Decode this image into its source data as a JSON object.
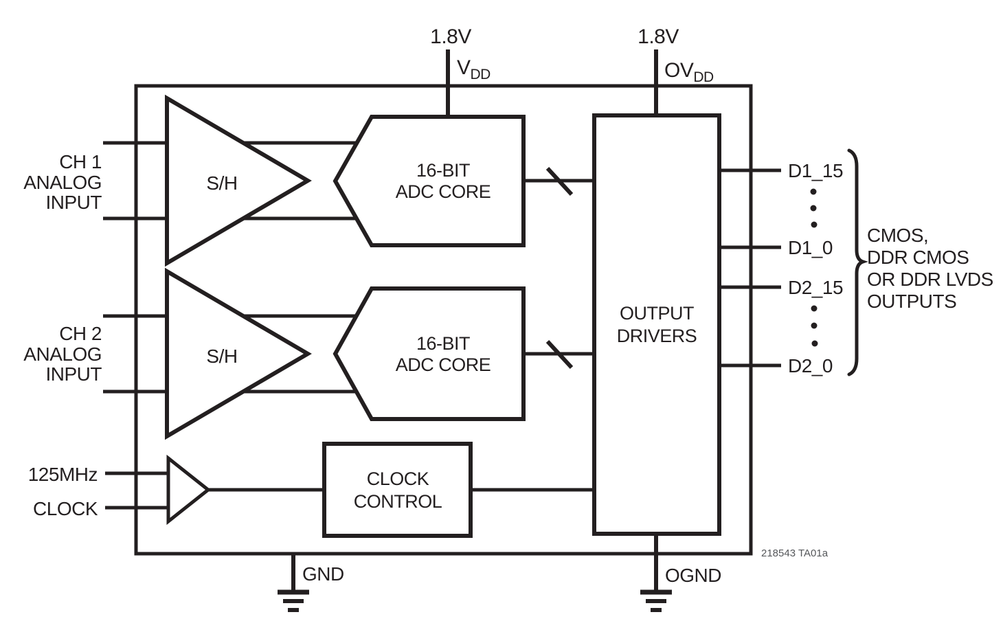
{
  "figure": {
    "figure_id": "218543 TA01a",
    "colors": {
      "ink": "#231f20",
      "background": "#ffffff",
      "figure_id_text": "#55575a"
    }
  },
  "supplies": {
    "vdd": {
      "voltage": "1.8V",
      "name": "V",
      "sub": "DD"
    },
    "ovdd": {
      "voltage": "1.8V",
      "name": "OV",
      "sub": "DD"
    }
  },
  "inputs": {
    "ch1": {
      "lines": [
        "CH 1",
        "ANALOG",
        "INPUT"
      ]
    },
    "ch2": {
      "lines": [
        "CH 2",
        "ANALOG",
        "INPUT"
      ]
    },
    "clock": {
      "freq": "125MHz",
      "name": "CLOCK"
    }
  },
  "blocks": {
    "sh1": {
      "label": "S/H"
    },
    "sh2": {
      "label": "S/H"
    },
    "adc1": {
      "lines": [
        "16-BIT",
        "ADC CORE"
      ]
    },
    "adc2": {
      "lines": [
        "16-BIT",
        "ADC CORE"
      ]
    },
    "output_drivers": {
      "lines": [
        "OUTPUT",
        "DRIVERS"
      ]
    },
    "clock_control": {
      "lines": [
        "CLOCK",
        "CONTROL"
      ]
    }
  },
  "outputs": {
    "pins": [
      "D1_15",
      "D1_0",
      "D2_15",
      "D2_0"
    ],
    "note_lines": [
      "CMOS,",
      "DDR CMOS",
      "OR DDR LVDS",
      "OUTPUTS"
    ]
  },
  "grounds": {
    "gnd": "GND",
    "ognd": "OGND"
  }
}
